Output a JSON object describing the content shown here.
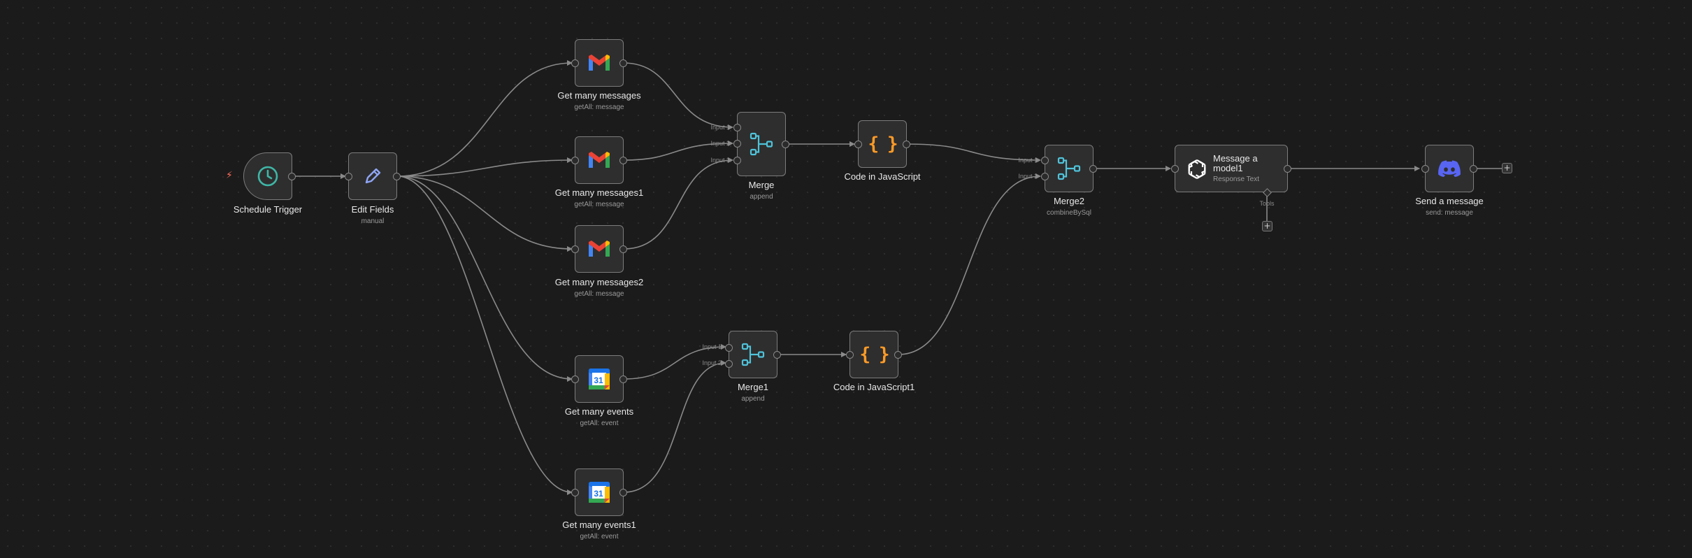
{
  "nodes": {
    "schedule_trigger": {
      "label": "Schedule Trigger",
      "icon": "clock-icon"
    },
    "edit_fields": {
      "label": "Edit Fields",
      "sublabel": "manual",
      "icon": "pencil-icon"
    },
    "gmail_1": {
      "label": "Get many messages",
      "sublabel": "getAll: message",
      "icon": "gmail-icon"
    },
    "gmail_2": {
      "label": "Get many messages1",
      "sublabel": "getAll: message",
      "icon": "gmail-icon"
    },
    "gmail_3": {
      "label": "Get many messages2",
      "sublabel": "getAll: message",
      "icon": "gmail-icon"
    },
    "cal_1": {
      "label": "Get many events",
      "sublabel": "getAll: event",
      "icon": "google-calendar-icon",
      "icon_text": "31"
    },
    "cal_2": {
      "label": "Get many events1",
      "sublabel": "getAll: event",
      "icon": "google-calendar-icon",
      "icon_text": "31"
    },
    "merge": {
      "label": "Merge",
      "sublabel": "append",
      "icon": "merge-icon",
      "ports": [
        "Input 1",
        "Input 2",
        "Input 3"
      ]
    },
    "merge1": {
      "label": "Merge1",
      "sublabel": "append",
      "icon": "merge-icon",
      "ports": [
        "Input 1",
        "Input 2"
      ]
    },
    "merge2": {
      "label": "Merge2",
      "sublabel": "combineBySql",
      "icon": "merge-icon",
      "ports": [
        "Input 1",
        "Input 2"
      ]
    },
    "code": {
      "label": "Code in JavaScript",
      "icon": "code-braces-icon",
      "icon_text": "{ }"
    },
    "code1": {
      "label": "Code in JavaScript1",
      "icon": "code-braces-icon",
      "icon_text": "{ }"
    },
    "openai": {
      "title": "Message a model1",
      "sublabel": "Response Text",
      "tools_label": "Tools",
      "icon": "openai-icon"
    },
    "discord": {
      "label": "Send a message",
      "sublabel": "send: message",
      "icon": "discord-icon"
    }
  },
  "controls": {
    "plus": "+"
  },
  "colors": {
    "background": "#1b1b1b",
    "node_fill": "#2e2e2e",
    "node_border": "#7c7c7c",
    "edge": "#8a8a8a",
    "trigger_accent": "#ff6d5a",
    "merge_icon": "#4fc3d9",
    "code_icon": "#ff9b26",
    "schedule_icon": "#3fb6a6",
    "pencil_icon": "#8fa5f5",
    "discord": "#5865f2"
  }
}
